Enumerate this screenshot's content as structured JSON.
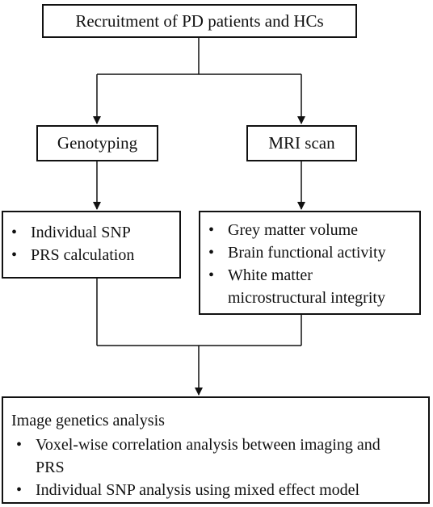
{
  "top": {
    "label": "Recruitment of PD patients and HCs"
  },
  "genotyping": {
    "label": "Genotyping"
  },
  "mri": {
    "label": "MRI scan"
  },
  "left_list": {
    "items": [
      "Individual SNP",
      "PRS calculation"
    ]
  },
  "right_list": {
    "items": [
      "Grey matter volume",
      "Brain functional activity",
      "White matter microstructural integrity"
    ]
  },
  "bottom": {
    "title": "Image genetics analysis",
    "items": [
      "Voxel-wise correlation analysis between imaging and PRS",
      "Individual SNP analysis using mixed effect model"
    ]
  }
}
